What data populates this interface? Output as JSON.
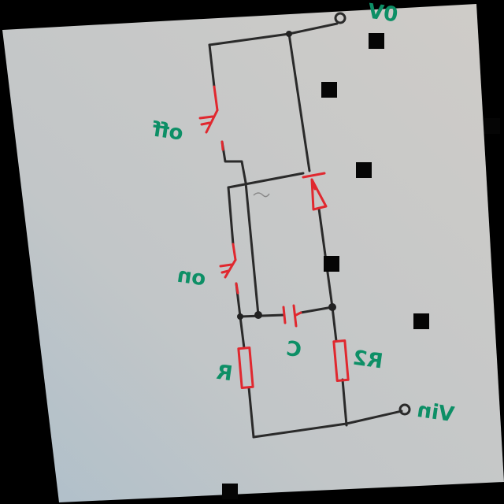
{
  "colors": {
    "background": "#000000",
    "paper": "#c9c8c5",
    "paper_shadow": "#9fb3be",
    "wire": "#2a2a2a",
    "component": "#e0282f",
    "label": "#0d8f66",
    "noise_block": "#050505"
  },
  "labels": {
    "supply_top": "0V",
    "switch_upper": "off",
    "switch_lower": "on",
    "capacitor": "C",
    "resistor_left": "R",
    "resistor_right": "R2",
    "supply_bottom": "Vin"
  },
  "components": [
    {
      "kind": "switch",
      "label_key": "switch_upper"
    },
    {
      "kind": "switch",
      "label_key": "switch_lower"
    },
    {
      "kind": "diode"
    },
    {
      "kind": "capacitor",
      "label_key": "capacitor"
    },
    {
      "kind": "resistor",
      "label_key": "resistor_left"
    },
    {
      "kind": "resistor",
      "label_key": "resistor_right"
    }
  ]
}
